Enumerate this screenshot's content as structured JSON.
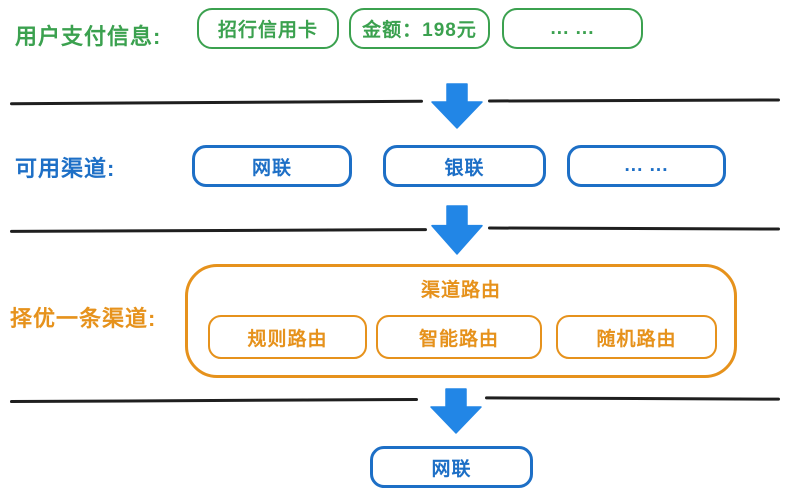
{
  "colors": {
    "green": "#3ba14f",
    "blue": "#1d6fc6",
    "arrow_blue": "#2286e6",
    "orange": "#e6921c",
    "line": "#1f1f1f",
    "background": "#ffffff"
  },
  "rows": {
    "payment_info": {
      "label": "用户支付信息:",
      "items": [
        "招行信用卡",
        "金额：198元",
        "... ..."
      ]
    },
    "available_channels": {
      "label": "可用渠道:",
      "items": [
        "网联",
        "银联",
        "... ..."
      ]
    },
    "channel_selection": {
      "label": "择优一条渠道:",
      "group_title": "渠道路由",
      "items": [
        "规则路由",
        "智能路由",
        "随机路由"
      ]
    },
    "selected_channel": {
      "item": "网联"
    }
  },
  "icons": {
    "down_arrow": "down-arrow"
  }
}
